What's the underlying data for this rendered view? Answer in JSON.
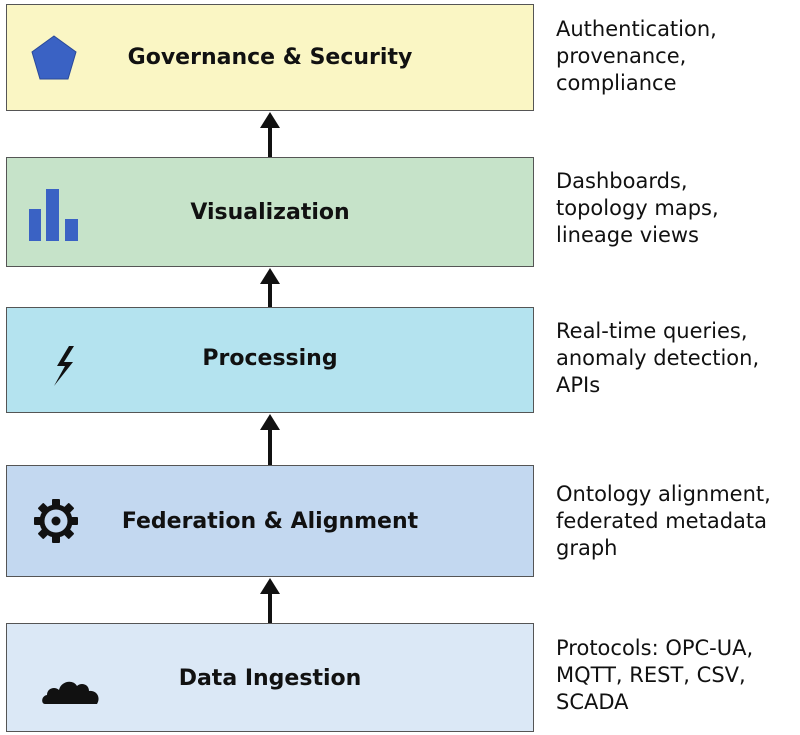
{
  "layers": [
    {
      "id": "governance",
      "title": "Governance & Security",
      "color": "#faf6c4",
      "icon": "pentagon-icon",
      "description": [
        "Authentication,",
        "provenance,",
        "compliance"
      ]
    },
    {
      "id": "visualization",
      "title": "Visualization",
      "color": "#c6e3c9",
      "icon": "bar-chart-icon",
      "description": [
        "Dashboards,",
        "topology maps,",
        "lineage views"
      ]
    },
    {
      "id": "processing",
      "title": "Processing",
      "color": "#b4e3ef",
      "icon": "lightning-icon",
      "description": [
        "Real-time queries,",
        "anomaly detection,",
        "APIs"
      ]
    },
    {
      "id": "federation",
      "title": "Federation & Alignment",
      "color": "#c3d8f0",
      "icon": "gear-icon",
      "description": [
        "Ontology alignment,",
        "federated metadata",
        "graph"
      ]
    },
    {
      "id": "ingestion",
      "title": "Data Ingestion",
      "color": "#dbe8f6",
      "icon": "cloud-icon",
      "description": [
        "Protocols: OPC-UA,",
        "MQTT, REST, CSV,",
        "SCADA"
      ]
    }
  ],
  "colors": {
    "icon_blue": "#3a62c4",
    "border": "#555555",
    "arrow": "#111111"
  }
}
